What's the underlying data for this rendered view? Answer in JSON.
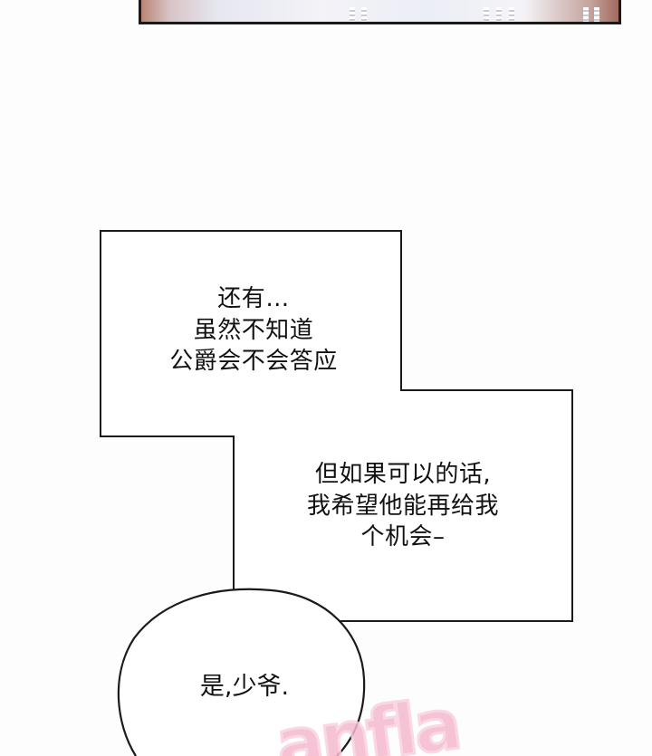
{
  "narration": {
    "lines_group_1": "还有…\n虽然不知道\n公爵会不会答应",
    "lines_group_2": "但如果可以的话,\n我希望他能再给我\n个机会–"
  },
  "speech_bubble": {
    "text": "是,少爷."
  },
  "watermark": {
    "text": "anfla"
  }
}
